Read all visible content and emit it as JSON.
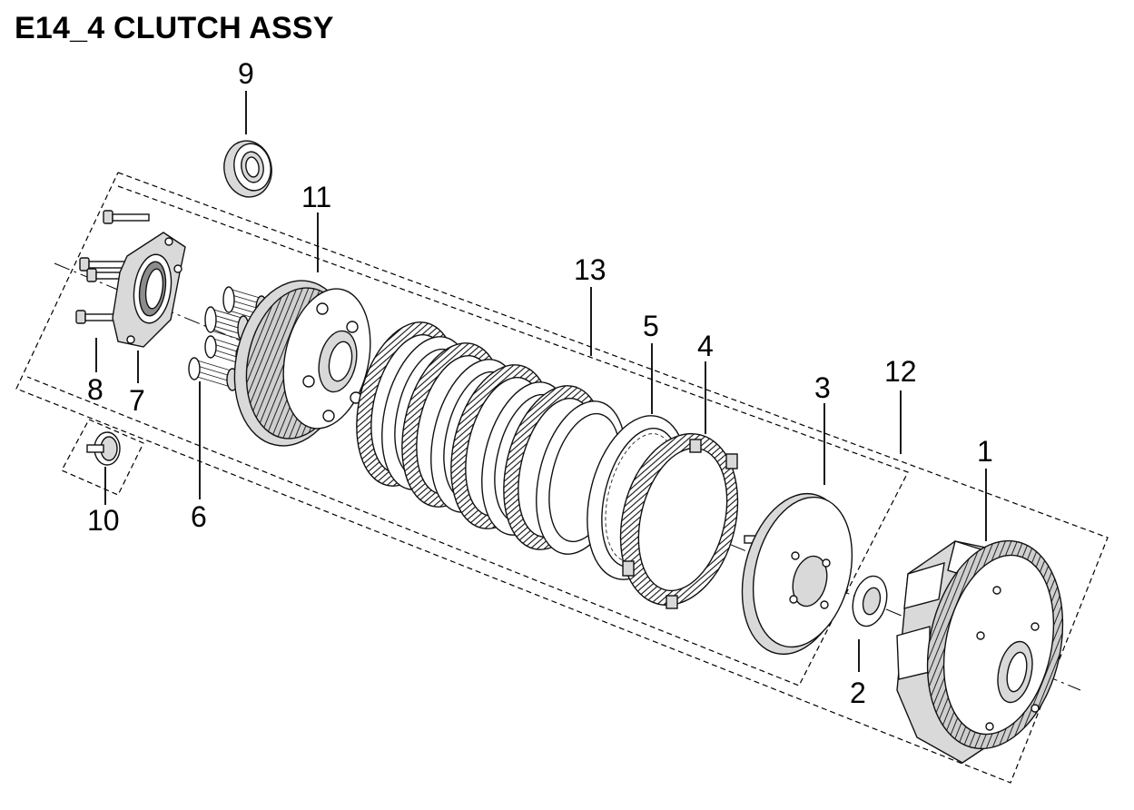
{
  "title": "E14_4 CLUTCH ASSY",
  "callouts": {
    "c1": "1",
    "c2": "2",
    "c3": "3",
    "c4": "4",
    "c5": "5",
    "c6": "6",
    "c7": "7",
    "c8": "8",
    "c9": "9",
    "c10": "10",
    "c11": "11",
    "c12": "12",
    "c13": "13"
  }
}
